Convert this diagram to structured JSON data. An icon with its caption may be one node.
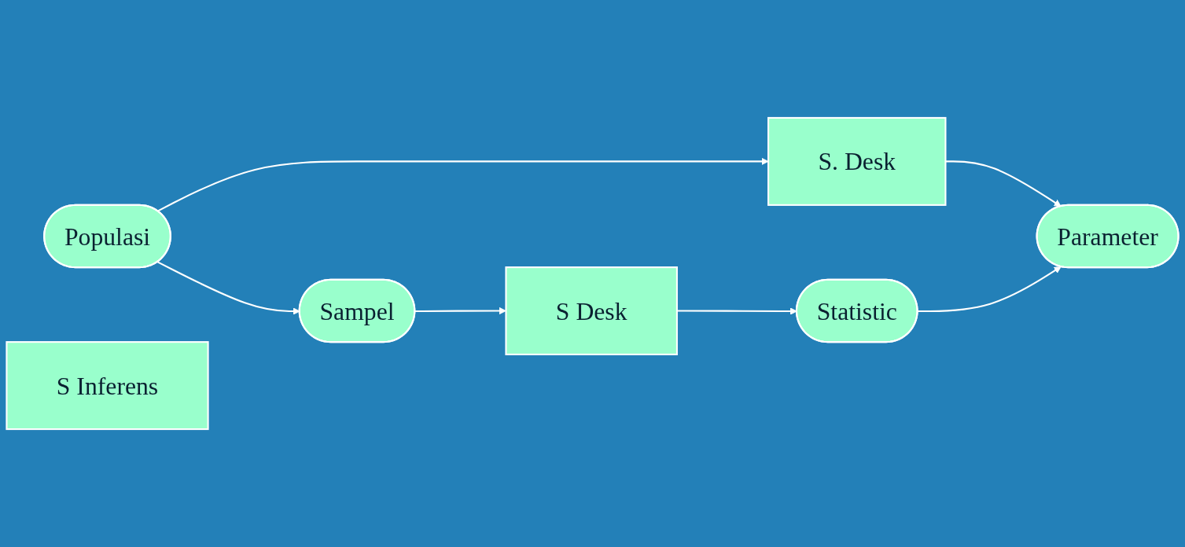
{
  "diagram": {
    "nodes": [
      {
        "text": [
          "Populasi"
        ]
      },
      {
        "text": [
          "S. Desk"
        ]
      },
      {
        "text": [
          "Parameter"
        ]
      },
      {
        "text": [
          "S Inferens"
        ]
      },
      {
        "text": [
          "Sampel"
        ]
      },
      {
        "text": [
          "S Desk"
        ]
      },
      {
        "text": [
          "Statistic"
        ]
      }
    ],
    "edges": [
      {
        "from": 0,
        "to": 1,
        "arrow": "to"
      },
      {
        "from": 1,
        "to": 2,
        "arrow": "to"
      },
      {
        "from": 0,
        "to": 4,
        "arrow": "to"
      },
      {
        "from": 4,
        "to": 5,
        "arrow": "to"
      },
      {
        "from": 5,
        "to": 6,
        "arrow": "to"
      },
      {
        "from": 6,
        "to": 2,
        "arrow": "to"
      }
    ]
  }
}
